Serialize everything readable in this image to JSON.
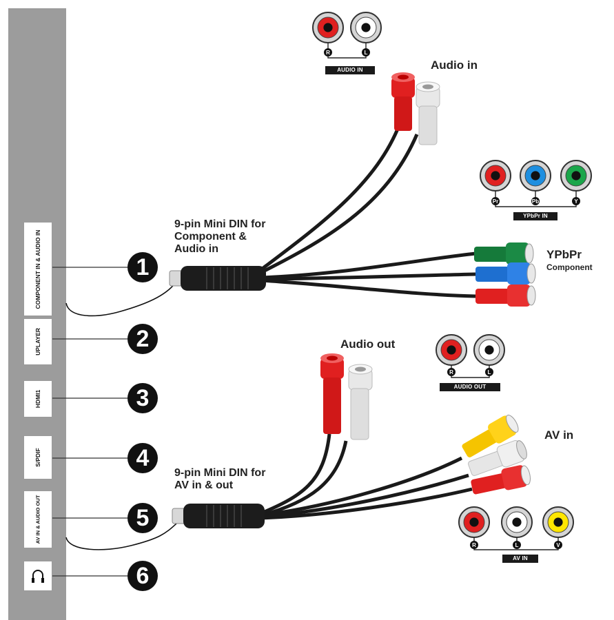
{
  "panel": {
    "labels": [
      {
        "text": "COMPONENT IN & AUDIO IN"
      },
      {
        "text": "UPLAYER"
      },
      {
        "text": "HDMI1"
      },
      {
        "text": "S/PDIF"
      },
      {
        "text": "AV IN & AUDIO OUT"
      },
      {
        "text": "headphone-icon"
      }
    ]
  },
  "numbers": [
    "1",
    "2",
    "3",
    "4",
    "5",
    "6"
  ],
  "cable1": {
    "caption_lines": [
      "9-pin Mini DIN for",
      "Component &",
      "Audio in"
    ],
    "audio_in_label": "Audio in",
    "component_label_main": "YPbPr",
    "component_label_sub": "Component"
  },
  "cable2": {
    "caption_lines": [
      "9-pin Mini DIN for",
      "AV in & out"
    ],
    "audio_out_label": "Audio out",
    "av_in_label": "AV in"
  },
  "jack_groups": {
    "audio_in": {
      "tag": "AUDIO IN",
      "jacks": [
        {
          "letter": "R",
          "color": "#e02020"
        },
        {
          "letter": "L",
          "color": "#ffffff"
        }
      ]
    },
    "ypbpr_in": {
      "tag": "YPbPr IN",
      "jacks": [
        {
          "letter": "Pr",
          "color": "#e02020"
        },
        {
          "letter": "Pb",
          "color": "#1e8fe0"
        },
        {
          "letter": "Y",
          "color": "#1aa64a"
        }
      ]
    },
    "audio_out": {
      "tag": "AUDIO OUT",
      "jacks": [
        {
          "letter": "R",
          "color": "#e02020"
        },
        {
          "letter": "L",
          "color": "#ffffff"
        }
      ]
    },
    "av_in": {
      "tag": "AV IN",
      "jacks": [
        {
          "letter": "R",
          "color": "#e02020"
        },
        {
          "letter": "L",
          "color": "#ffffff"
        },
        {
          "letter": "V",
          "color": "#ffe600"
        }
      ]
    }
  },
  "colors": {
    "panel": "#9c9c9c",
    "red": "#e02020",
    "white": "#eeeeee",
    "blue": "#1e6fd0",
    "green": "#157a3a",
    "yellow": "#f5c400",
    "cable": "#1a1a1a"
  }
}
